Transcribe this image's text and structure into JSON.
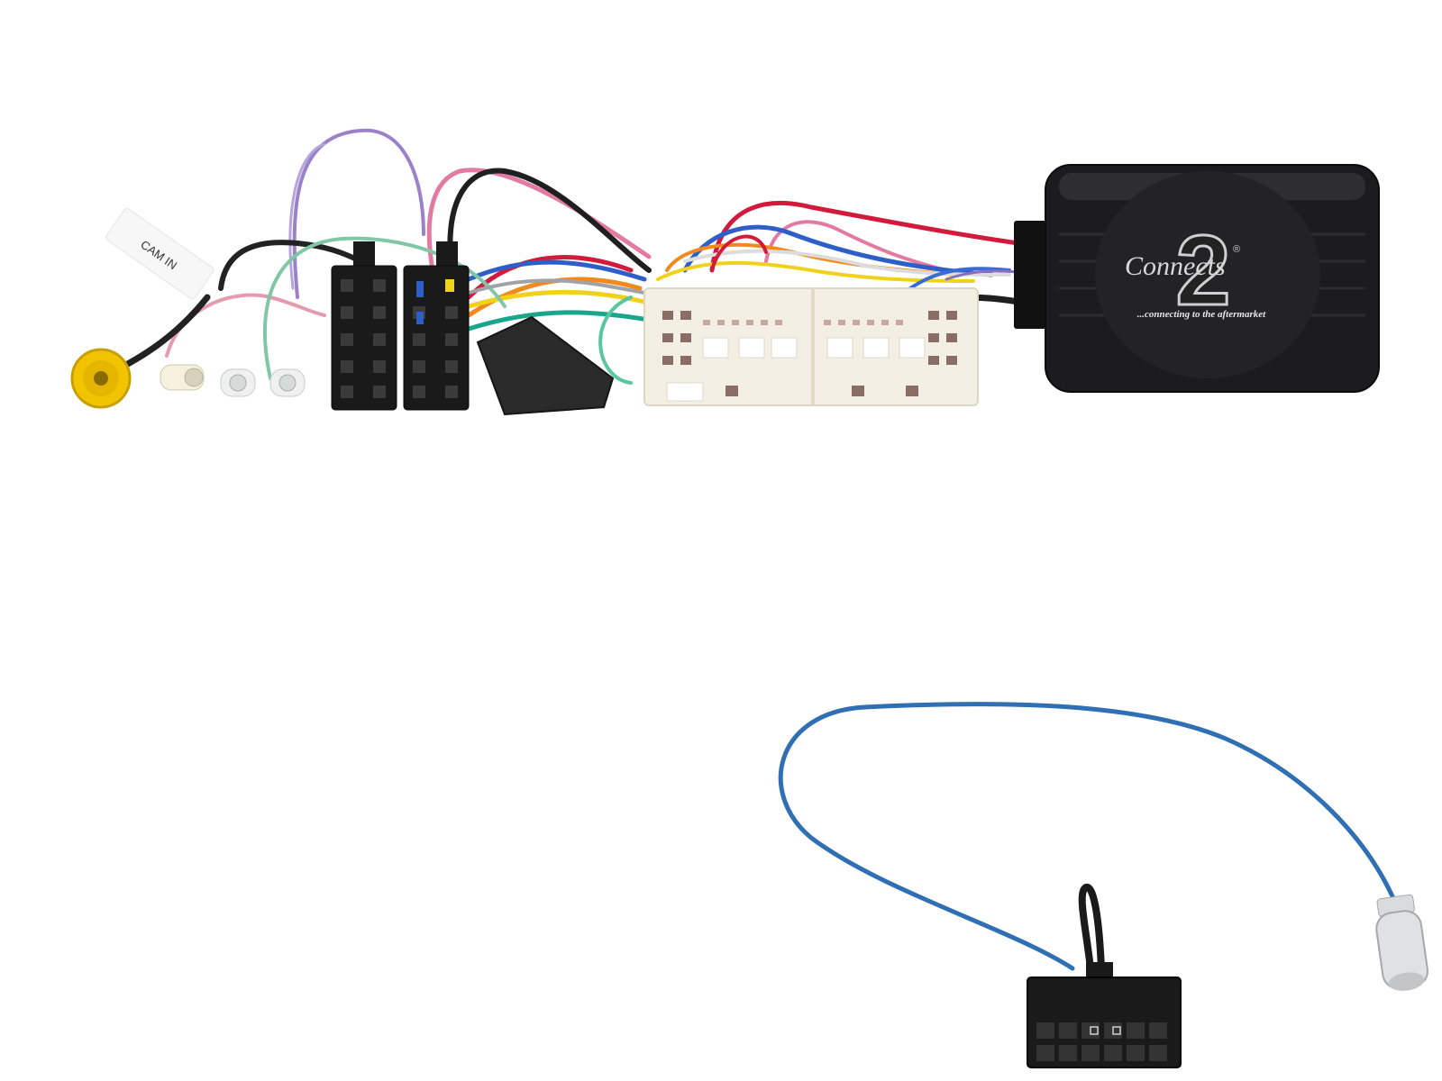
{
  "cable_tag": {
    "text": "CAM IN"
  },
  "module": {
    "logo_numeral": "2",
    "logo_word": "Connects",
    "logo_mark": "®",
    "tagline": "...connecting to the aftermarket"
  },
  "colors": {
    "background": "#ffffff",
    "module_body": "#1c1c1e",
    "connector_black": "#1a1a1a",
    "connector_white": "#f3efe4",
    "rca_yellow": "#f2c400",
    "antenna_lead": "#2f6fb3"
  }
}
